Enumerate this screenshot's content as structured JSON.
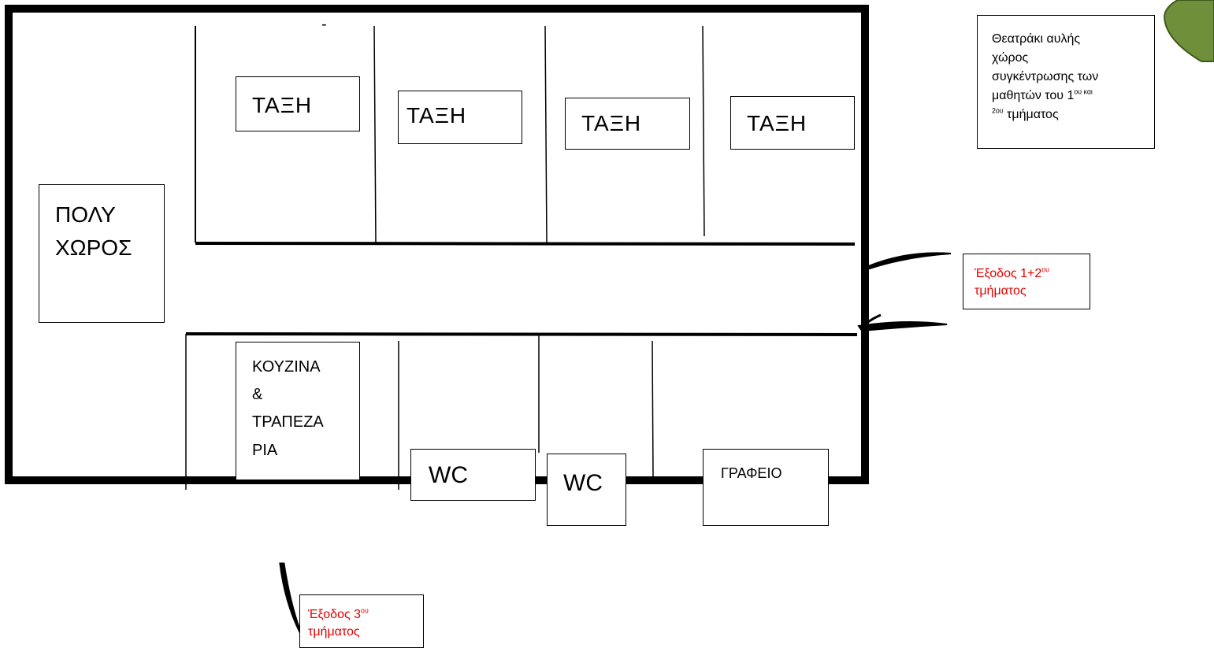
{
  "rooms": {
    "classroom_label": "ΤΑΞΗ",
    "multipurpose": [
      "ΠΟΛΥ",
      "ΧΩΡΟΣ"
    ],
    "kitchen": [
      "ΚΟΥΖΙΝΑ",
      "&",
      "ΤΡΑΠΕΖΑ",
      "ΡΙΑ"
    ],
    "wc_label": "WC",
    "office": "ΓΡΑΦΕΙΟ",
    "top_mark": "-"
  },
  "theater_note": {
    "line1": "Θεατράκι αυλής",
    "line2": "χώρος",
    "line3": "συγκέντρωσης των",
    "line4_text": "μαθητών του 1",
    "line4_sup": "ου και",
    "line5_sup": "2ου",
    "line5_text": " τμήματος"
  },
  "exit_1_2": {
    "text": "Έξοδος 1+2",
    "sup": "ου",
    "line2": "τμήματος"
  },
  "exit_3": {
    "text": "Έξοδος  3",
    "sup": "ου",
    "line2": "τμήματος"
  },
  "colors": {
    "exit_text": "#e30000",
    "theater_fill": "#6f8f3b"
  }
}
